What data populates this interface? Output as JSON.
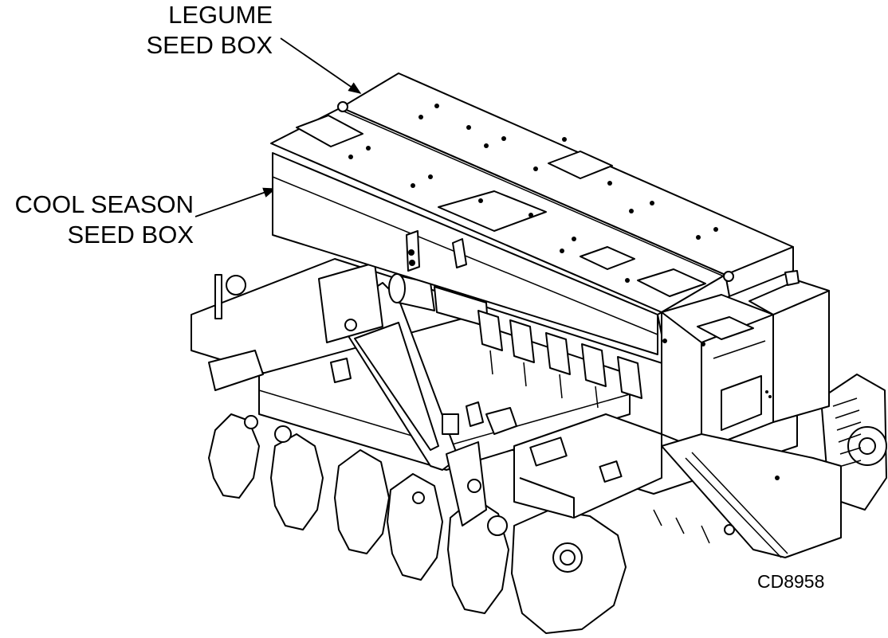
{
  "labels": {
    "legume": [
      "LEGUME",
      "SEED BOX"
    ],
    "cool_season": [
      "COOL SEASON",
      "SEED BOX"
    ],
    "figure_id": "CD8958"
  },
  "colors": {
    "ink": "#000000",
    "paper": "#ffffff"
  }
}
